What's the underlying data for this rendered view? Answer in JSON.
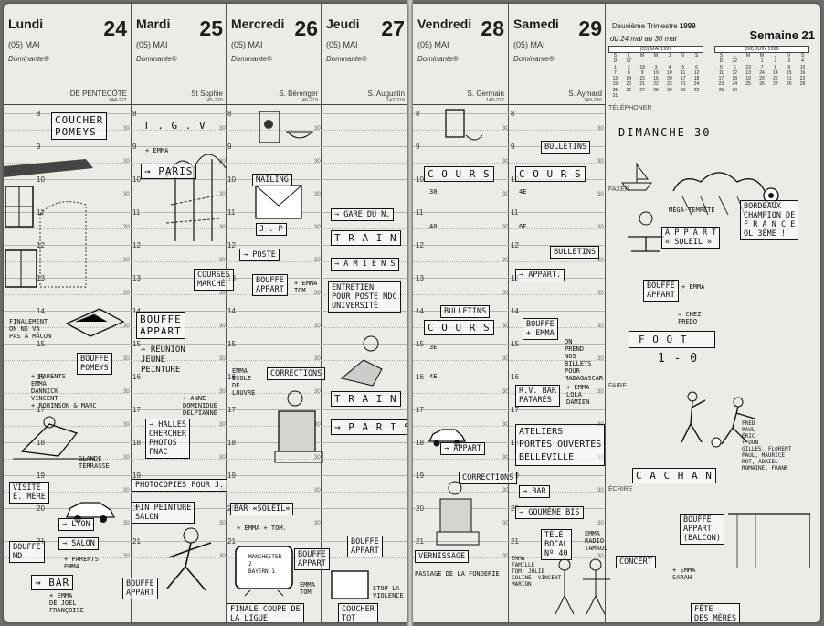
{
  "days": [
    {
      "name": "Lundi",
      "num": "24",
      "month": "(05) MAI",
      "dominante": "Dominante®",
      "saint": "DE PENTECÔTE",
      "numbers": "144-221"
    },
    {
      "name": "Mardi",
      "num": "25",
      "month": "(05) MAI",
      "dominante": "Dominante®",
      "saint": "St Sophie",
      "numbers": "145-220"
    },
    {
      "name": "Mercredi",
      "num": "26",
      "month": "(05) MAI",
      "dominante": "Dominante®",
      "saint": "S. Bérenger",
      "numbers": "146-219"
    },
    {
      "name": "Jeudi",
      "num": "27",
      "month": "(05) MAI",
      "dominante": "Dominante®",
      "saint": "S. Augustin",
      "numbers": "147-218"
    },
    {
      "name": "Vendredi",
      "num": "28",
      "month": "(05) MAI",
      "dominante": "Dominante®",
      "saint": "S. Germain",
      "numbers": "148-217"
    },
    {
      "name": "Samedi",
      "num": "29",
      "month": "(05) MAI",
      "dominante": "Dominante®",
      "saint": "S. Aymard",
      "numbers": "149-216"
    }
  ],
  "hours": [
    "8",
    "9",
    "10",
    "11",
    "12",
    "13",
    "14",
    "15",
    "16",
    "17",
    "18",
    "19",
    "20",
    "21"
  ],
  "half_label": "30",
  "right_panel": {
    "trimestre": "Deuxième Trimestre",
    "year": "1999",
    "range": "du 24 mai au 30 mai",
    "semaine": "Semaine 21",
    "may_title": "(05) MAI 1999",
    "june_title": "(06) JUIN 1999",
    "weekdays": [
      "S",
      "L",
      "M",
      "M",
      "J",
      "V",
      "S",
      "D"
    ],
    "telephoner": "TÉLÉPHONER",
    "faxer": "FAXER",
    "dimanche": "DIMANCHE 30",
    "faire": "FAIRE",
    "ecrire": "ÉCRIRE"
  },
  "notes": {
    "n1": "COUCHER\nPOMEYS",
    "n2": "T . G . V",
    "n3": "+ EMMA",
    "n4": "→ PARIS",
    "n5": "MAILING",
    "n6": "J . P",
    "n7": "→ GARE DU N.",
    "n8": "T R A I N",
    "n9": "→ A M I E N S",
    "n10": "BULLETINS",
    "n11": "C O U R S",
    "n12": "30",
    "n13": "40",
    "n14": "C O U R S",
    "n15": "4E",
    "n16": "6E",
    "n17": "COURSES\nMARCHÉ",
    "n18": "→ POSTE",
    "n19": "BOUFFE\nAPPART",
    "n20": "+ EMMA\nTOM",
    "n21": "ENTRETIEN\nPOUR POSTE MDC\nUNIVERSITÉ",
    "n22": "BULLETINS",
    "n23": "→ APPART.",
    "n24": "BOUFFE\nAPPART",
    "n25": "+ RÉUNION\nJEUNE\nPEINTURE",
    "n26": "FINALEMENT\nON NE VA\nPAS À MÂCON",
    "n27": "BOUFFE\nPOMEYS",
    "n28": "+ PARENTS\nEMMA\nDANNICK\nVINCENT\n+ ROBINSON & MARC",
    "n29": "+ ANNE\nDOMINIQUE\nDELPIANNE",
    "n30": "EMMA\nÉCOLE\nDE\nLOUVRE",
    "n31": "CORRECTIONS",
    "n32": "T R A I N",
    "n33": "→ P A R I S",
    "n34": "C O U R S",
    "n35": "3E",
    "n36": "4E",
    "n37": "BOUFFE\n+ EMMA",
    "n38": "ON\nPREND\nNOS\nBILLETS\nPOUR\nMADAGASCAR",
    "n39": "R.V. BAR\nPATARÈS",
    "n40": "+ EMMA\nLOLA\nDAMIEN",
    "n41": "→ HALLES\nCHERCHER\nPHOTOS\nFNAC",
    "n42": "GLANDE\nTERRASSE",
    "n43": "PHOTOCOPIES POUR J.",
    "n44": "→ APPART",
    "n45": "CORRECTIONS",
    "n46": "ATELIERS\nPORTES OUVERTES\nBELLEVILLE",
    "n47": "VISITE\nÉ. MÈRE",
    "n48": "→ LYON",
    "n49": "→ SALON",
    "n50": "FIN PEINTURE\nSALON",
    "n51": "BAR «SOLEIL»",
    "n52": "+ EMMA + TOM.",
    "n53": "BOUFFE\nAPPART",
    "n54": "→ BAR",
    "n55": "→ GOUMÈNE BIS",
    "n56": "TÉLÉ\nBOCAL\nNº 40",
    "n57": "BOUFFE\nMD",
    "n58": "+ PARENTS\nEMMA",
    "n59": "→ BAR",
    "n60": "+ EMMA\nDÉ JOËL\nFRANÇOISE",
    "n61": "BOUFFE\nAPPART",
    "n62": "MANCHESTER\n2\nBAYERN 1",
    "n63": "BOUFFE\nAPPART",
    "n64": "EMMA\nTOM",
    "n65": "FINALE COUPE DE\nLA LIGUE",
    "n66": "BOUFFE\nAPPART",
    "n67": "STOP LA\nVIOLENCE",
    "n68": "COUCHER\nTOT",
    "n69": "VERNISSAGE",
    "n70": "PASSAGE DE LA FONDERIE",
    "n71": "EMMA\nFAMILLE\nTOM, JULIE\nCOLINE, VINCENT\nMARION",
    "n72": "CONCERT",
    "n73": "EMMA\nRADIO\nTAMAUL",
    "n74": "BOUFFE\nAPPART\n(BALCON)",
    "n75": "+ EMMA\nSARAH",
    "n76": "FÊTE\nDES MÈRES",
    "n77": "A P P A R T\n« SOLEIL »",
    "n78": "BORDEAUX\nCHAMPION DE\nF R A N C E\nOL 3ÈME !",
    "n79": "BOUFFE\nAPPART",
    "n80": "+ EMMA",
    "n81": "→ CHEZ\nFREDO",
    "n82": "F O O T",
    "n83": "1 - 0",
    "n84": "C A C H A N",
    "n85": "FRED\nPAUL\nÉRIC\n+ DON\nGILLES, FLORENT\nPAUL, MAURICE\nROT, ADRIEL\nROMAINE, FRANK",
    "n86": "MÉGA-TEMPÊTE"
  }
}
